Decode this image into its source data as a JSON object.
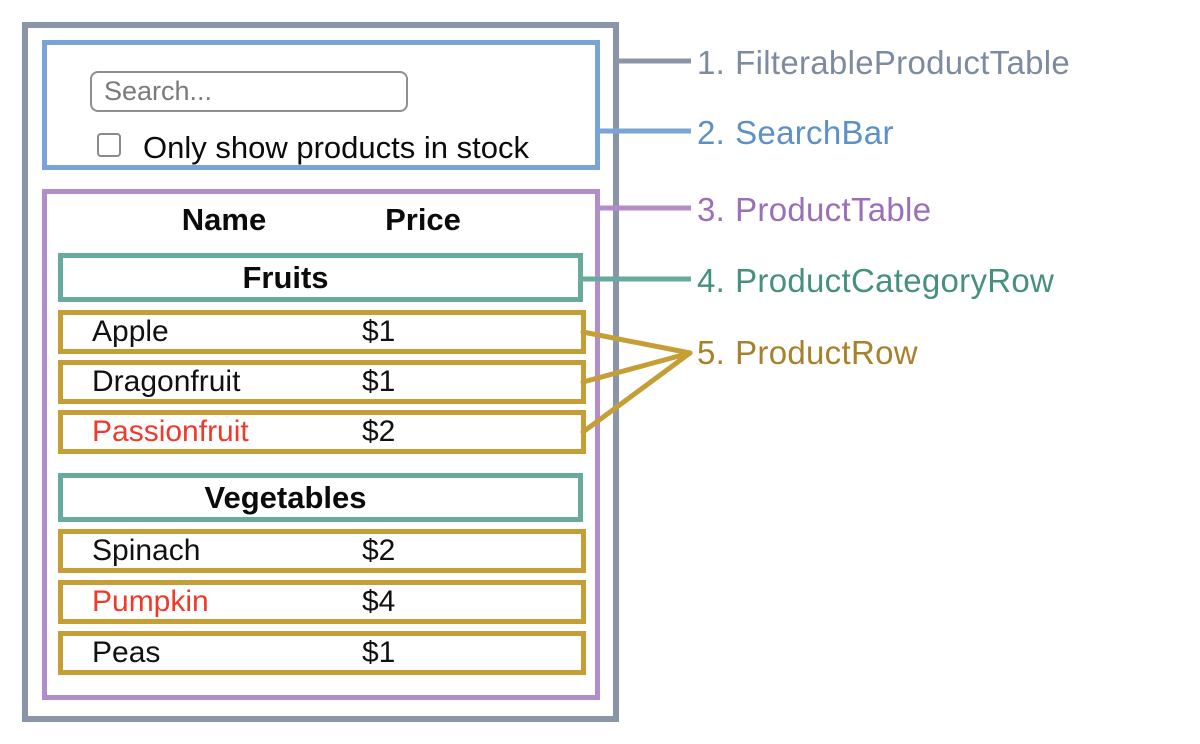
{
  "search_bar": {
    "input_placeholder": "Search...",
    "input_value": "",
    "checkbox_label": "Only show products in stock",
    "checkbox_checked": false
  },
  "product_table": {
    "column_headers": {
      "name": "Name",
      "price": "Price"
    },
    "groups": [
      {
        "category": "Fruits",
        "rows": [
          {
            "name": "Apple",
            "price": "$1",
            "name_color": "#111111"
          },
          {
            "name": "Dragonfruit",
            "price": "$1",
            "name_color": "#111111"
          },
          {
            "name": "Passionfruit",
            "price": "$2",
            "name_color": "#f2382a"
          }
        ]
      },
      {
        "category": "Vegetables",
        "rows": [
          {
            "name": "Spinach",
            "price": "$2",
            "name_color": "#111111"
          },
          {
            "name": "Pumpkin",
            "price": "$4",
            "name_color": "#f2382a"
          },
          {
            "name": "Peas",
            "price": "$1",
            "name_color": "#111111"
          }
        ]
      }
    ]
  },
  "component_labels": [
    {
      "number": "1.",
      "name": "FilterableProductTable",
      "color": "#7d8ba1"
    },
    {
      "number": "2.",
      "name": "SearchBar",
      "color": "#5c90c7"
    },
    {
      "number": "3.",
      "name": "ProductTable",
      "color": "#9b6fb7"
    },
    {
      "number": "4.",
      "name": "ProductCategoryRow",
      "color": "#46907e"
    },
    {
      "number": "5.",
      "name": "ProductRow",
      "color": "#a8812d"
    }
  ],
  "colors": {
    "filterable_product_table_border": "#8b95a9",
    "search_bar_border": "#7aa3d8",
    "product_table_border": "#b38dca",
    "product_category_row_border": "#68ab9e",
    "product_row_border": "#c69e36",
    "out_of_stock_text": "#f2382a"
  }
}
